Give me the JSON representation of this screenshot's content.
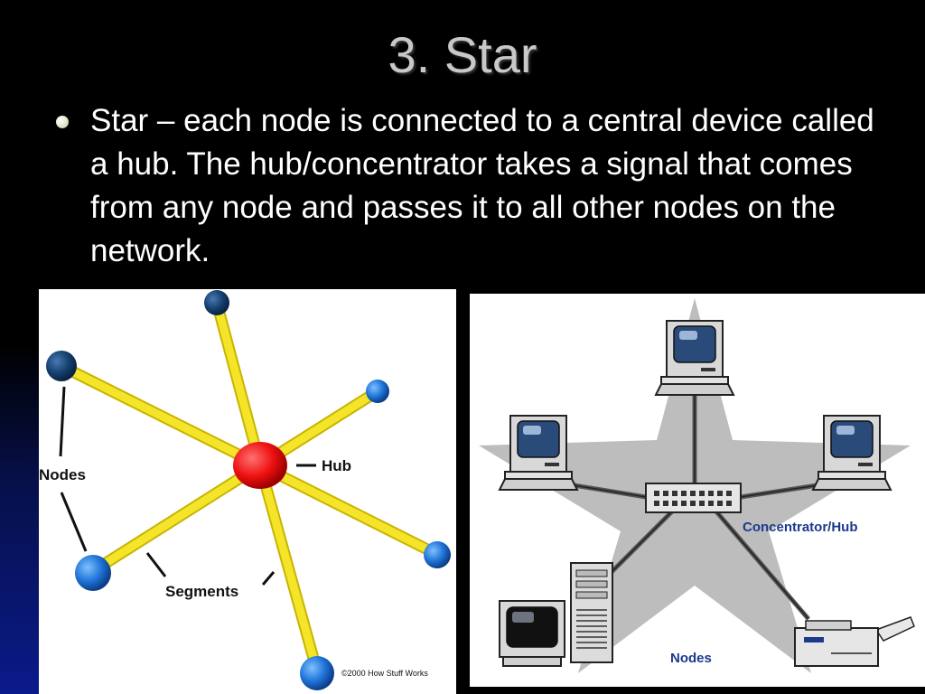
{
  "slide": {
    "title": "3. Star",
    "bullet_text": "Star – each node is connected to a central device called a hub.  The hub/concentrator takes a signal that comes from any node and passes it to all other nodes on the network."
  },
  "left_diagram": {
    "label_hub": "Hub",
    "label_nodes": "Nodes",
    "label_segments": "Segments",
    "copyright": "©2000 How Stuff Works"
  },
  "right_diagram": {
    "label_concentrator": "Concentrator/Hub",
    "label_nodes": "Nodes"
  },
  "colors": {
    "background": "#000000",
    "title": "#c8c8c8",
    "segment": "#f0e020",
    "hub": "#ee1111",
    "node": "#1e73d6",
    "label_blue": "#1c3a8c"
  }
}
